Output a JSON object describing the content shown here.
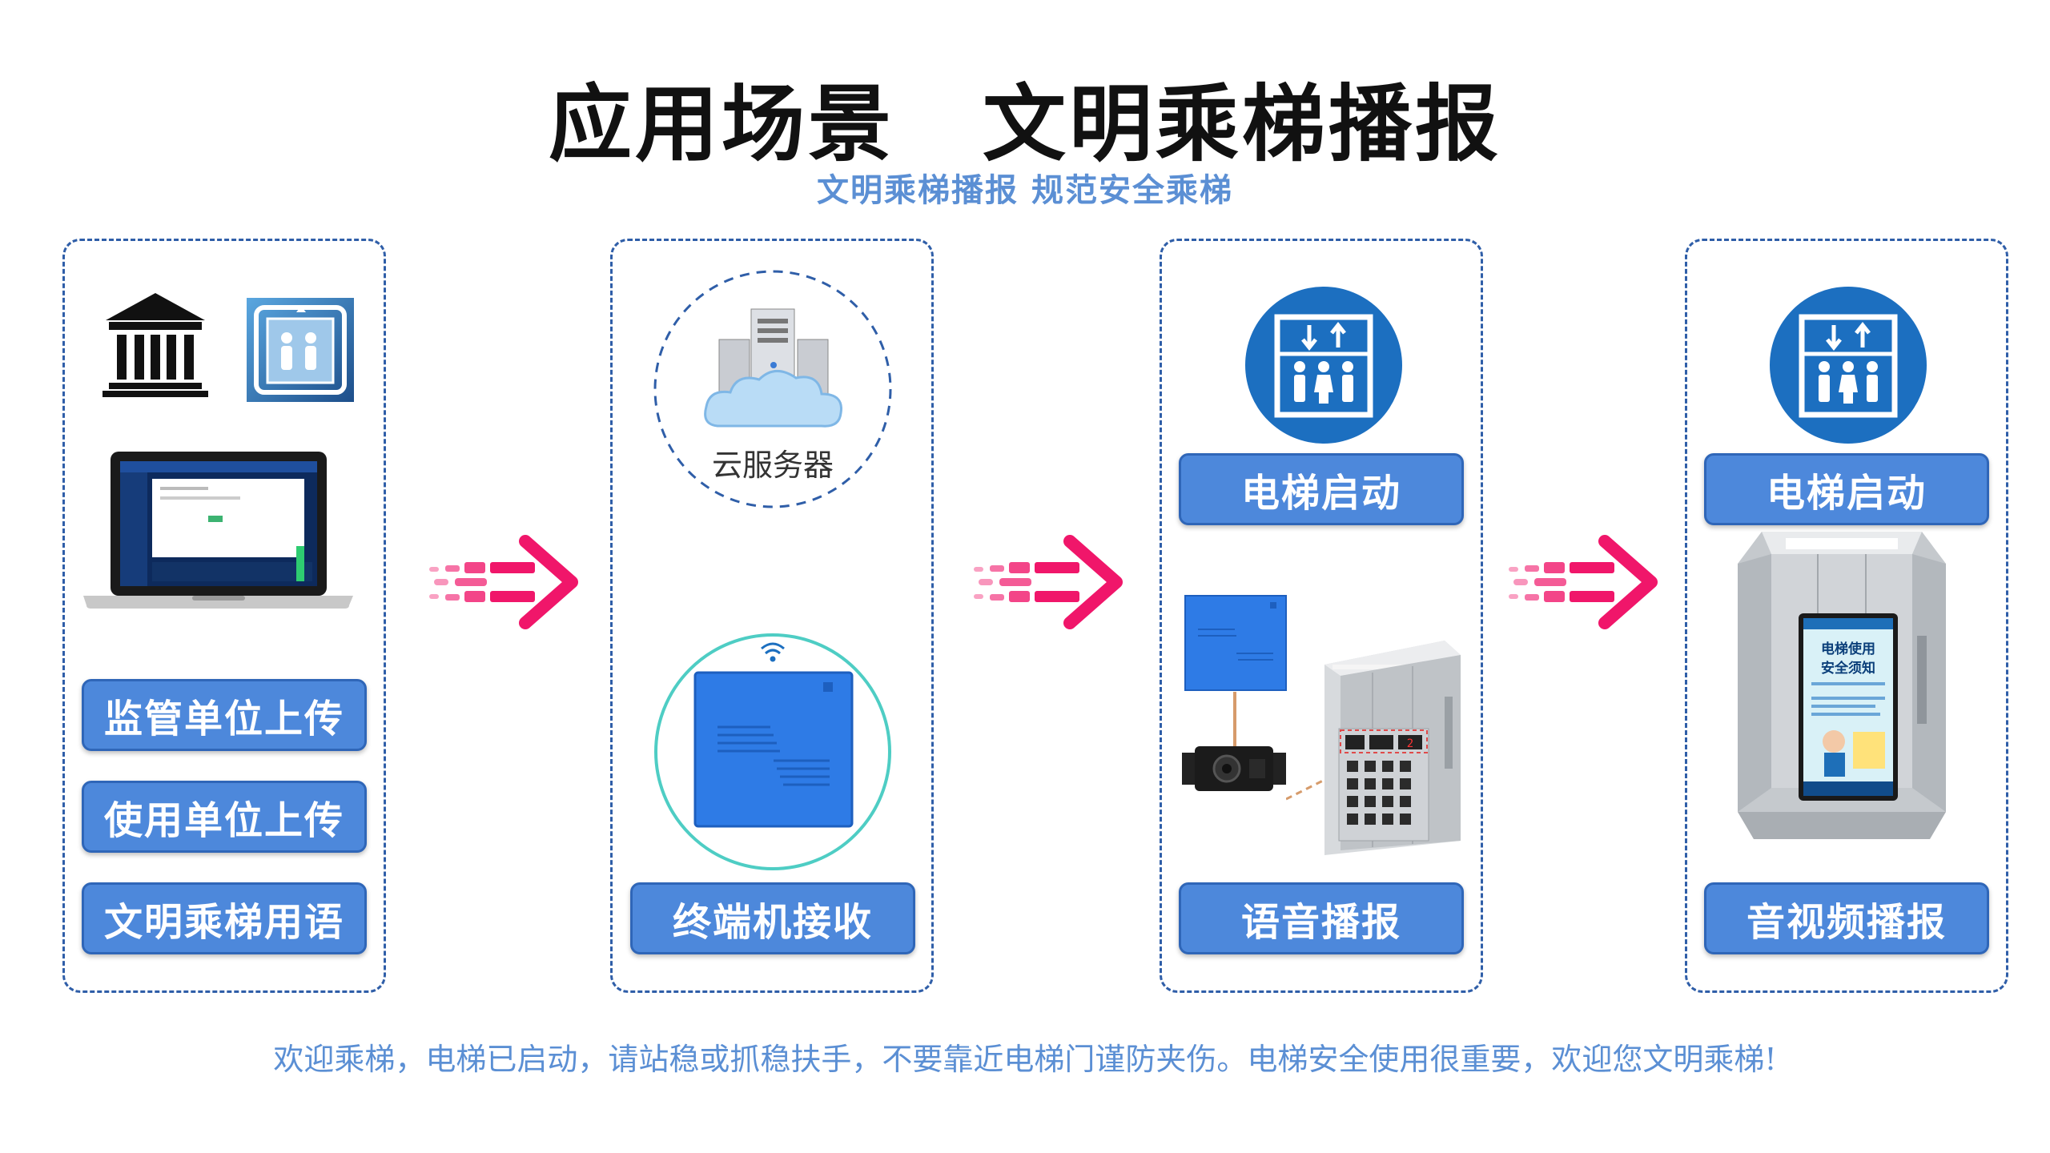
{
  "title": {
    "part1": "应用场景",
    "part2": "文明乘梯播报"
  },
  "subtitle": "文明乘梯播报  规范安全乘梯",
  "panels": {
    "upload": {
      "buttons": [
        "监管单位上传",
        "使用单位上传",
        "文明乘梯用语"
      ]
    },
    "receive": {
      "cloud_label": "云服务器",
      "button": "终端机接收"
    },
    "voice": {
      "top_label": "电梯启动",
      "button": "语音播报",
      "floor_display": "2"
    },
    "video": {
      "top_label": "电梯启动",
      "button": "音视频播报",
      "screen_title_1": "电梯使用",
      "screen_title_2": "安全须知"
    }
  },
  "footer": "欢迎乘梯，电梯已启动，请站稳或抓稳扶手，不要靠近电梯门谨防夹伤。电梯安全使用很重要，欢迎您文明乘梯!",
  "colors": {
    "accent": "#4d88db",
    "arrow": "#f0166a",
    "panel_border": "#2f5ea8",
    "sign_blue": "#1c6fc0"
  }
}
